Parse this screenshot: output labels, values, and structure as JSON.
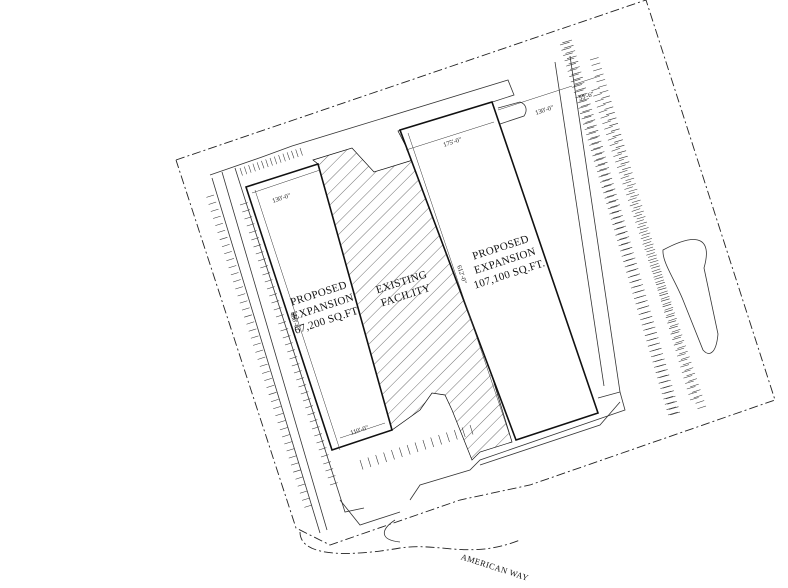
{
  "labels": {
    "west_title": "PROPOSED",
    "west_sub": "EXPANSION",
    "west_area": "67,200 SQ.FT.",
    "existing_line1": "EXISTING",
    "existing_line2": "FACILITY",
    "east_title": "PROPOSED",
    "east_sub": "EXPANSION",
    "east_area": "107,100 SQ.FT.",
    "street": "AMERICAN WAY"
  },
  "dimensions": {
    "west_top": "130'-0\"",
    "west_bottom": "110'-0\"",
    "west_side": "480'-0\"",
    "east_top": "175'-0\"",
    "east_side": "612'-0\"",
    "east_setback": "130'-0\"",
    "east_corner": "55'-6\""
  },
  "colors": {
    "linework": "#111111",
    "background": "#ffffff"
  }
}
